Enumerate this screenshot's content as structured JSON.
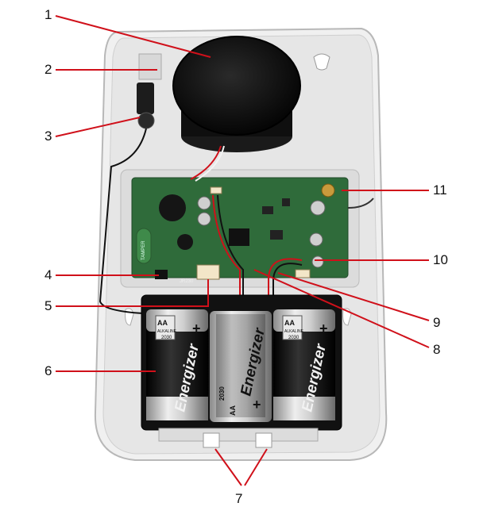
{
  "callouts": [
    {
      "id": "1",
      "label": "1"
    },
    {
      "id": "2",
      "label": "2"
    },
    {
      "id": "3",
      "label": "3"
    },
    {
      "id": "4",
      "label": "4"
    },
    {
      "id": "5",
      "label": "5"
    },
    {
      "id": "6",
      "label": "6"
    },
    {
      "id": "7",
      "label": "7"
    },
    {
      "id": "8",
      "label": "8"
    },
    {
      "id": "9",
      "label": "9"
    },
    {
      "id": "10",
      "label": "10"
    },
    {
      "id": "11",
      "label": "11"
    }
  ],
  "battery": {
    "brand": "Energizer",
    "size": "AA",
    "type": "ALKALINE",
    "year": "2030",
    "plus": "+"
  },
  "board": {
    "silkscreen_tamper": "TAMPER",
    "silkscreen_conn": "JR230"
  },
  "colors": {
    "leader": "#d0101a",
    "housing": "#ececec",
    "pcb": "#2f6b3a",
    "speaker": "#111111",
    "battery_body": "#1a1a1a",
    "battery_silver": "#c8c8c8"
  }
}
